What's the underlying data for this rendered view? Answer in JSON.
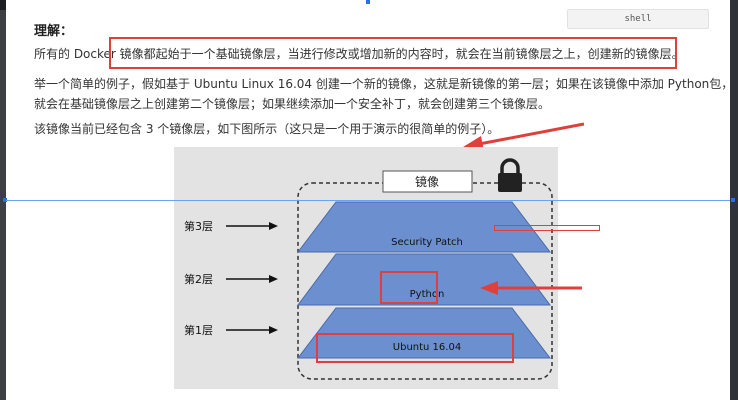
{
  "shell_tag": "shell",
  "heading": "理解：",
  "paragraphs": {
    "p1": "所有的 Docker 镜像都起始于一个基础镜像层，当进行修改或增加新的内容时，就会在当前镜像层之上，创建新的镜像层。",
    "p2a": "举一个简单的例子，假如基于 Ubuntu Linux 16.04 创建一个新的镜像，这就是新镜像的第一层；如果在该镜像中添加 Python包，",
    "p2b": "就会在基础镜像层之上创建第二个镜像层；如果继续添加一个安全补丁，就会创建第三个镜像层。",
    "p3": "该镜像当前已经包含 3 个镜像层，如下图所示（这只是一个用于演示的很简单的例子）。"
  },
  "diagram": {
    "image_label": "镜像",
    "layers": [
      {
        "side_label": "第3层",
        "name": "Security Patch"
      },
      {
        "side_label": "第2层",
        "name": "Python"
      },
      {
        "side_label": "第1层",
        "name": "Ubuntu 16.04"
      }
    ],
    "layer_color": "#6b8fcf",
    "annotation_color": "#e0403c"
  }
}
